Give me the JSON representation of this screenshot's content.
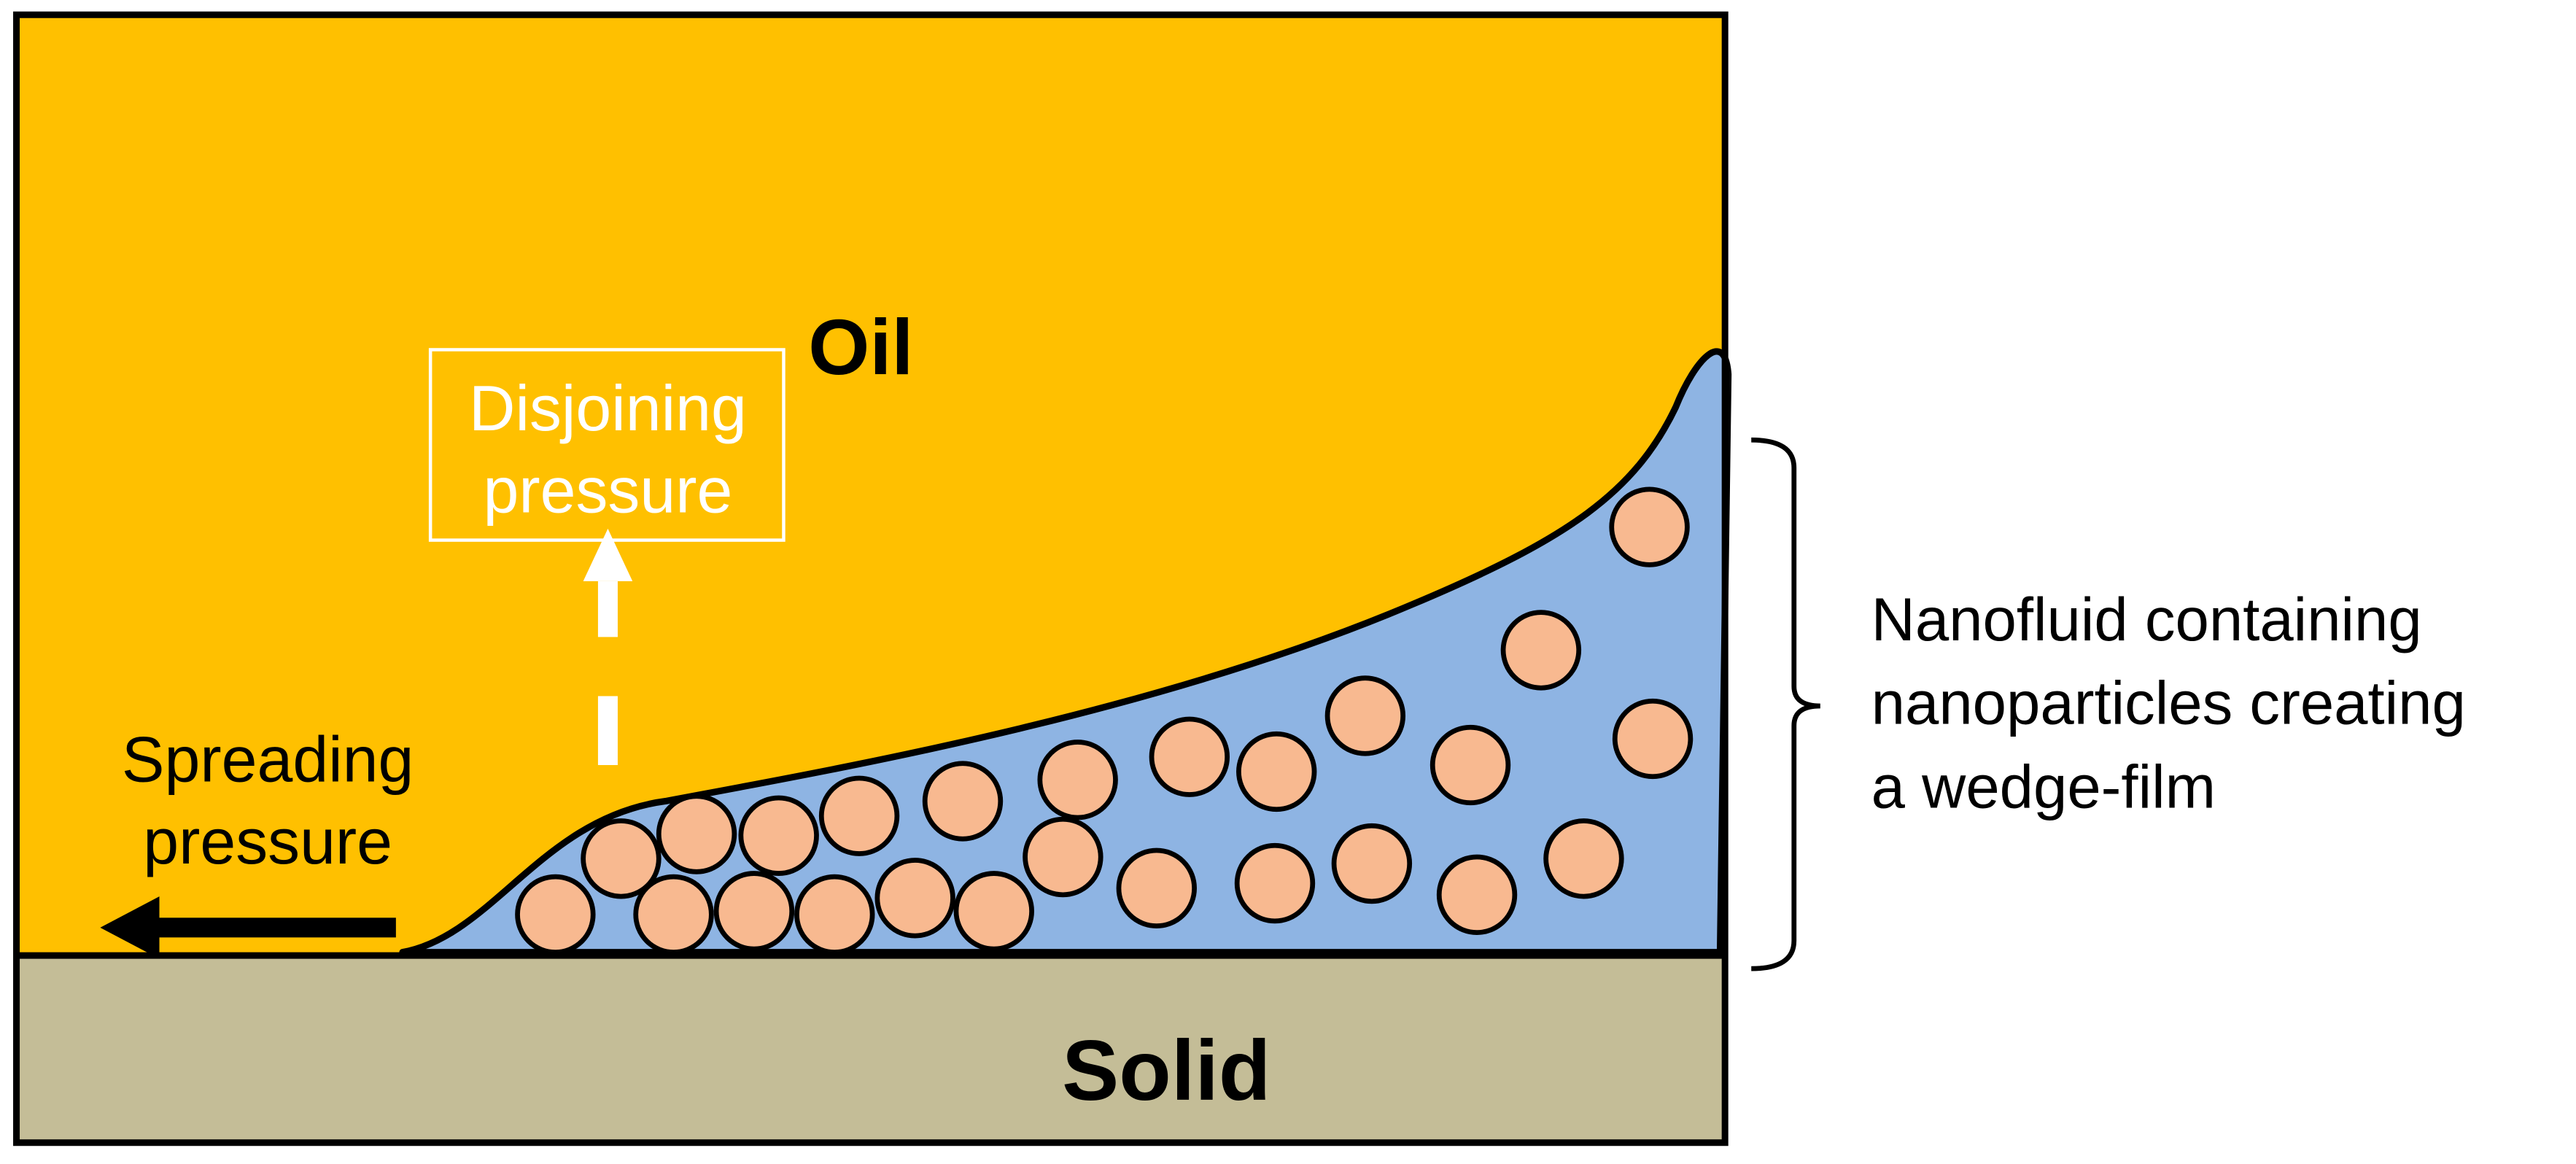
{
  "labels": {
    "oil": "Oil",
    "solid": "Solid",
    "disjoining_line1": "Disjoining",
    "disjoining_line2": "pressure",
    "spreading_line1": "Spreading",
    "spreading_line2": "pressure",
    "nanofluid_line1": "Nanofluid containing",
    "nanofluid_line2": "nanoparticles creating",
    "nanofluid_line3": "a wedge-film"
  },
  "colors": {
    "oil": "#FFC000",
    "solid": "#C4BD97",
    "nanofluid": "#8EB4E3",
    "nanoparticle": "#F8B990",
    "outline": "#000000",
    "annotation_white": "#FFFFFF"
  },
  "icons": {
    "up_arrow": "dashed-up-arrow",
    "left_arrow": "left-arrow",
    "bracket": "right-curly-bracket"
  }
}
